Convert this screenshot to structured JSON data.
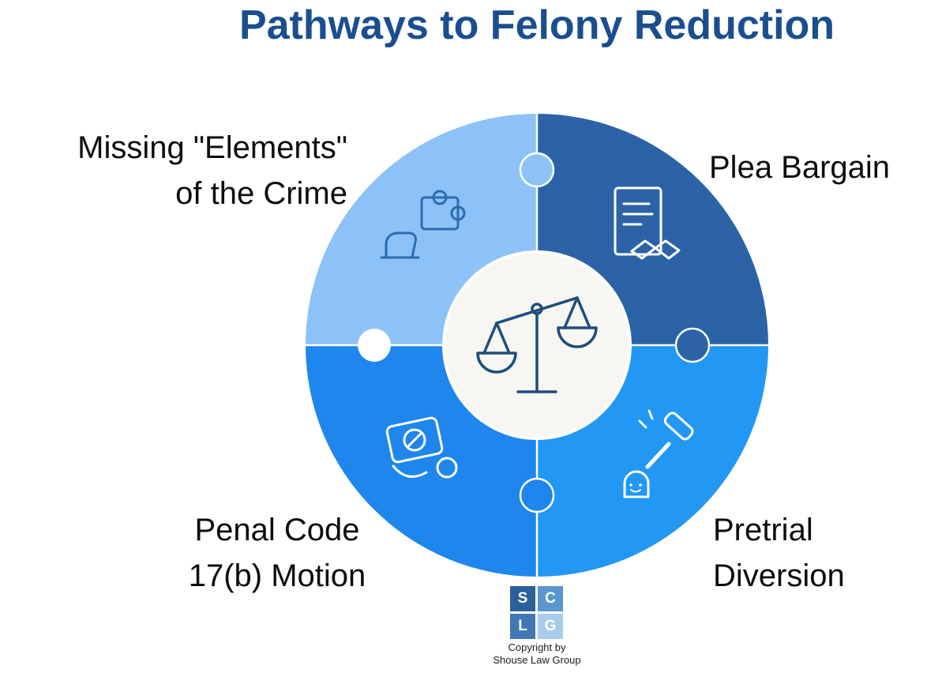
{
  "title": {
    "text": "Pathways to Felony Reduction"
  },
  "colors": {
    "title": "#1B4E8F",
    "label": "#0D0D0D",
    "seam": "#FFFFFF",
    "footer": "#1C1C1C"
  },
  "segments": [
    {
      "name": "missing-elements",
      "label_lines": [
        "Missing \"Elements\"",
        "of the Crime"
      ],
      "color": "#8CC2F7",
      "icon": "hand-puzzle-icon"
    },
    {
      "name": "plea-bargain",
      "label_lines": [
        "Plea Bargain"
      ],
      "color": "#2B63A6",
      "icon": "contract-handshake-icon"
    },
    {
      "name": "penal-code-17b",
      "label_lines": [
        "Penal Code",
        "17(b) Motion"
      ],
      "color": "#1E86EC",
      "icon": "denied-sign-hand-icon"
    },
    {
      "name": "pretrial-diversion",
      "label_lines": [
        "Pretrial",
        "Diversion"
      ],
      "color": "#2297F4",
      "icon": "gavel-person-icon"
    }
  ],
  "center": {
    "background": "#F7F6F3",
    "icon": "balance-scale-icon",
    "icon_color": "#1F4E79"
  },
  "icons": {
    "stroke_light": "#FFFFFF",
    "stroke_dark": "#2B6CB0"
  },
  "logo": {
    "squares": [
      {
        "letter": "S",
        "color": "#2C5F9B"
      },
      {
        "letter": "C",
        "color": "#5B96CE"
      },
      {
        "letter": "L",
        "color": "#4178B4"
      },
      {
        "letter": "G",
        "color": "#A9CBEC"
      }
    ]
  },
  "footer": {
    "lines": [
      "Copyright by",
      "Shouse Law Group"
    ]
  }
}
